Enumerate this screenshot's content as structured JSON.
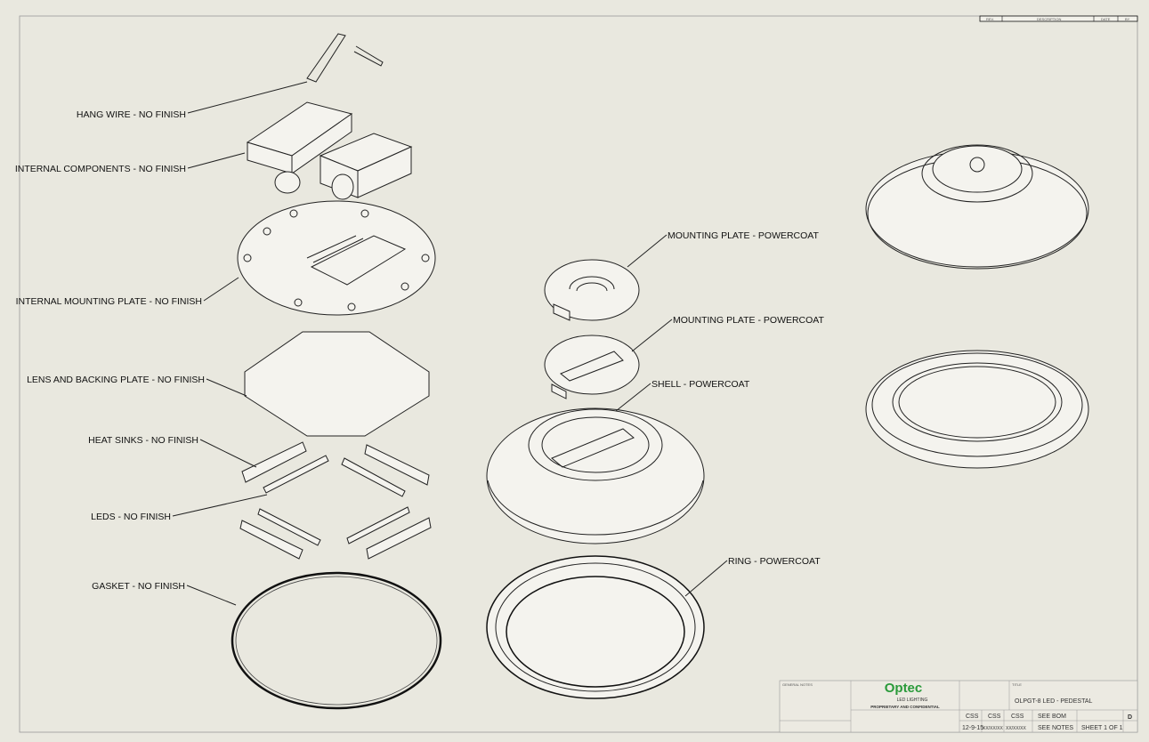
{
  "labels": {
    "hang_wire": "HANG WIRE - NO FINISH",
    "internal_components": "INTERNAL COMPONENTS - NO FINISH",
    "internal_mounting_plate": "INTERNAL MOUNTING PLATE - NO FINISH",
    "lens_backing_plate": "LENS AND BACKING PLATE - NO FINISH",
    "heat_sinks": "HEAT SINKS - NO FINISH",
    "leds": "LEDS - NO FINISH",
    "gasket": "GASKET - NO FINISH",
    "mounting_plate_1": "MOUNTING PLATE - POWERCOAT",
    "mounting_plate_2": "MOUNTING PLATE - POWERCOAT",
    "shell": "SHELL - POWERCOAT",
    "ring": "RING - POWERCOAT"
  },
  "revision_block": {
    "rev": "REV.",
    "description": "DESCRIPTION",
    "date": "DATE",
    "by": "BY"
  },
  "title_block": {
    "general_notes": "GENERAL NOTES",
    "company": "Optec",
    "company_sub": "LED LIGHTING",
    "proprietary": "PROPRIETARY AND CONFIDENTIAL",
    "title_label": "TITLE",
    "drawn": "CSS",
    "checked": "CSS",
    "approved": "CSS",
    "material": "SEE BOM",
    "finish": "SEE NOTES",
    "part_no": "OLPGT-8 LED - PEDESTAL",
    "size": "D",
    "date_drawn": "12-9-15",
    "date_checked": "XX/XX/XX",
    "date_approved": "XX/XX/XX",
    "sheet": "SHEET 1 OF 1"
  }
}
